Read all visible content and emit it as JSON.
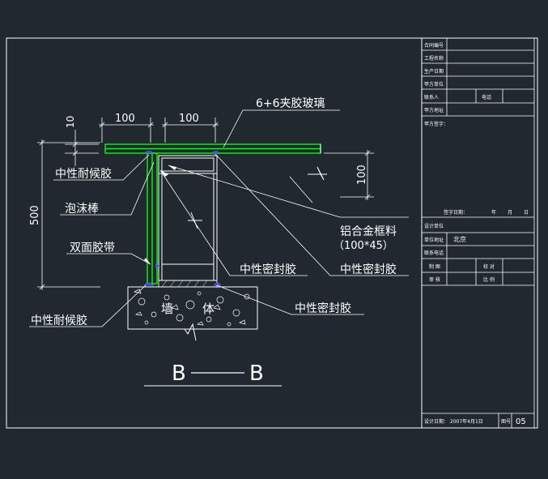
{
  "drawing": {
    "labels": {
      "glass": "6+6夹胶玻璃",
      "weather_sealant_top": "中性耐候胶",
      "foam_rod": "泡沫棒",
      "double_tape": "双面胶带",
      "weather_sealant_bottom": "中性耐候胶",
      "aluminum_frame": "铝合金框料",
      "frame_size": "（100*45）",
      "sealant_mid": "中性密封胶",
      "sealant_right": "中性密封胶",
      "sealant_bottom": "中性密封胶",
      "wall_char_1": "墙",
      "wall_char_2": "体"
    },
    "dimensions": {
      "dim_100_left": "100",
      "dim_100_right": "100",
      "dim_10": "10",
      "dim_500": "500",
      "dim_100_vertical": "100"
    },
    "section_title": {
      "left": "B",
      "right": "B"
    }
  },
  "title_block": {
    "rows": [
      {
        "label": "合同编号",
        "value": ""
      },
      {
        "label": "工程名称",
        "value": ""
      },
      {
        "label": "生产日期",
        "value": ""
      },
      {
        "label": "甲方单位",
        "value": ""
      },
      {
        "label": "联系人",
        "value": "",
        "extra": "电话"
      },
      {
        "label": "甲方地址",
        "value": ""
      }
    ],
    "sign_label": "甲方签字：",
    "date_line": {
      "label": "签字日期：",
      "year": "年",
      "month": "月",
      "day": "日"
    },
    "design_unit": "设计单位",
    "address_label": "单位地址",
    "address_value": "北京",
    "phone_label": "联系电话",
    "drawn_label": "制 图",
    "check_label": "校 对",
    "audit_label": "审 核",
    "scale_label": "比 例",
    "design_date": "设计日期： 2007年4月1日",
    "sheet_no_label": "图号",
    "sheet_no": "05"
  }
}
